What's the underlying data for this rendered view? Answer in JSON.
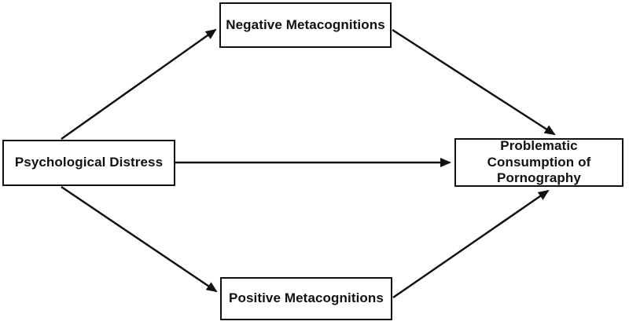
{
  "diagram": {
    "type": "path-model",
    "background_color": "#ffffff",
    "box_fill": "#ffffff",
    "box_border_color": "#111111",
    "arrow_color": "#111111",
    "text_color": "#111111",
    "nodes": {
      "psychological_distress": {
        "label": "Psychological Distress"
      },
      "negative_metacognitions": {
        "label": "Negative Metacognitions"
      },
      "positive_metacognitions": {
        "label": "Positive Metacognitions"
      },
      "problematic_consumption": {
        "label": "Problematic Consumption of Pornography"
      }
    },
    "edges": [
      {
        "from": "Psychological Distress",
        "to": "Negative Metacognitions",
        "style": "arrow"
      },
      {
        "from": "Psychological Distress",
        "to": "Problematic Consumption of Pornography",
        "style": "arrow"
      },
      {
        "from": "Psychological Distress",
        "to": "Positive Metacognitions",
        "style": "arrow"
      },
      {
        "from": "Negative Metacognitions",
        "to": "Problematic Consumption of Pornography",
        "style": "arrow"
      },
      {
        "from": "Positive Metacognitions",
        "to": "Problematic Consumption of Pornography",
        "style": "arrow"
      }
    ]
  }
}
